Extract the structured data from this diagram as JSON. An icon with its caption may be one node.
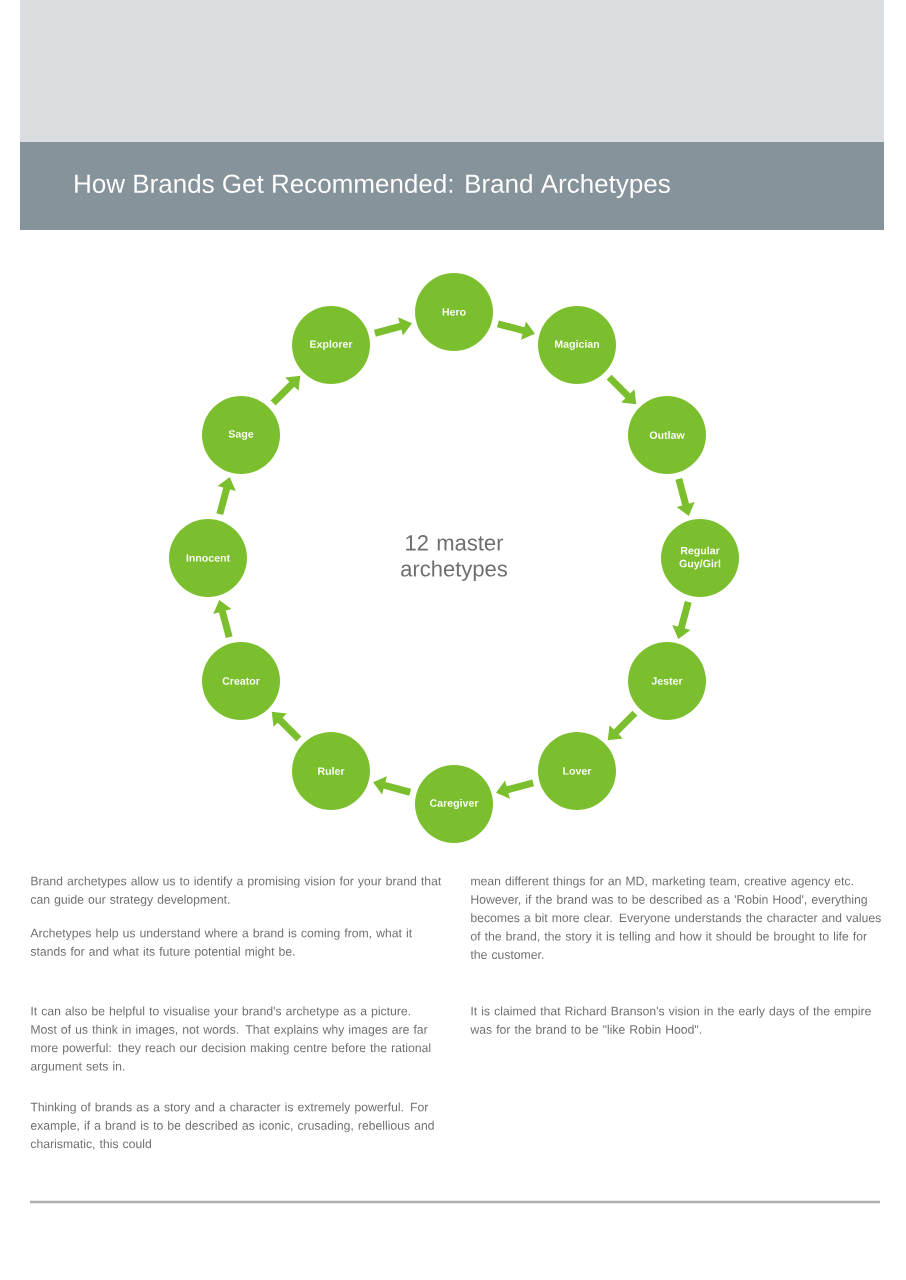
{
  "diagram": {
    "title": "How Brands Get Recommended: Brand Archetypes",
    "nodes": [
      {
        "text": [
          "Hero"
        ]
      },
      {
        "text": [
          "Magician"
        ]
      },
      {
        "text": [
          "Outlaw"
        ]
      },
      {
        "text": [
          "Regular Guy/Girl"
        ]
      },
      {
        "text": [
          "Jester"
        ]
      },
      {
        "text": [
          "Lover"
        ]
      },
      {
        "text": [
          "Caregiver"
        ]
      },
      {
        "text": [
          "Ruler"
        ]
      },
      {
        "text": [
          "Creator"
        ]
      },
      {
        "text": [
          "Innocent"
        ]
      },
      {
        "text": [
          "Sage"
        ]
      },
      {
        "text": [
          "Explorer"
        ]
      }
    ],
    "edges": [
      {
        "from": 0,
        "to": 1,
        "arrow": "to"
      },
      {
        "from": 1,
        "to": 2,
        "arrow": "to"
      },
      {
        "from": 2,
        "to": 3,
        "arrow": "to"
      },
      {
        "from": 3,
        "to": 4,
        "arrow": "to"
      },
      {
        "from": 4,
        "to": 5,
        "arrow": "to"
      },
      {
        "from": 5,
        "to": 6,
        "arrow": "to"
      },
      {
        "from": 6,
        "to": 7,
        "arrow": "to"
      },
      {
        "from": 7,
        "to": 8,
        "arrow": "to"
      },
      {
        "from": 8,
        "to": 9,
        "arrow": "to"
      },
      {
        "from": 9,
        "to": 10,
        "arrow": "to"
      },
      {
        "from": 10,
        "to": 11,
        "arrow": "to"
      },
      {
        "from": 11,
        "to": 0,
        "arrow": "to"
      }
    ],
    "labels": [
      "12 master archetypes",
      "Brand archetypes allow us to identify a promising vision for your brand that can guide our strategy development.",
      "Archetypes help us understand where a brand is coming from, what it stands for and what its future potential might be.",
      "It can also be helpful to visualise your brand's archetype as a picture. Most of us think in images, not words. That explains why images are far more powerful: they reach our decision making centre before the rational argument sets in.",
      "Thinking of brands as a story and a character is extremely powerful. For example, if a brand is to be described as iconic, crusading, rebellious and charismatic, this could",
      "mean different things for an MD, marketing team, creative agency etc. However, if the brand was to be described as a 'Robin Hood', everything becomes a bit more clear. Everyone understands the character and values of the brand, the story it is telling and how it should be brought to life for the customer.",
      "It is claimed that Richard Branson's vision in the early days of the empire was for the brand to be \"like Robin Hood\"."
    ]
  }
}
